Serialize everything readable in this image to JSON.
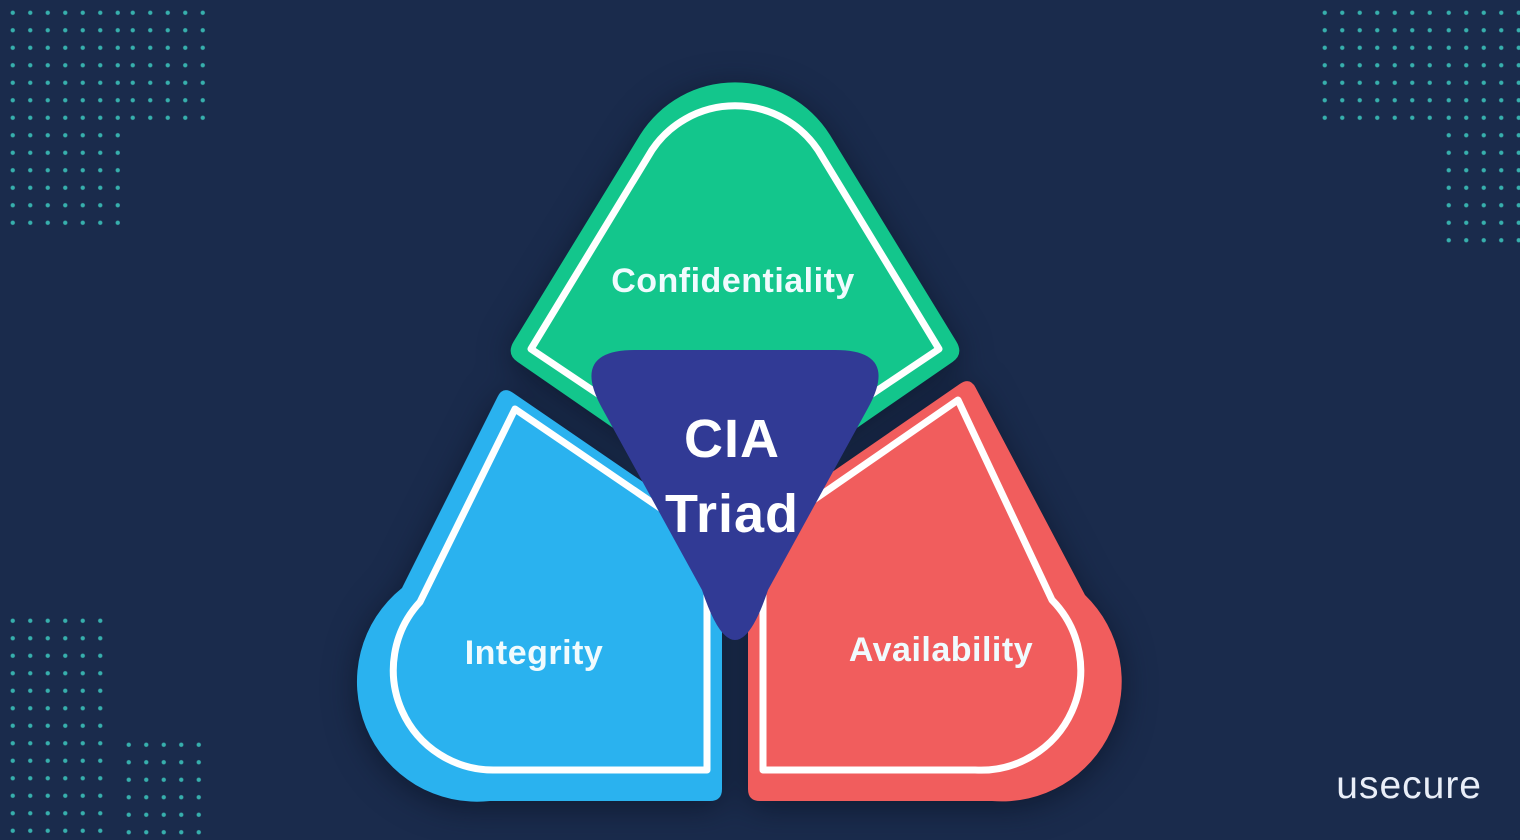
{
  "diagram": {
    "title": "CIA Triad",
    "center": {
      "line1": "CIA",
      "line2": "Triad",
      "color": "#313a95"
    },
    "nodes": [
      {
        "label": "Confidentiality",
        "color": "#13c68c",
        "position": "top"
      },
      {
        "label": "Integrity",
        "color": "#2ab2ef",
        "position": "bottom-left"
      },
      {
        "label": "Availability",
        "color": "#f15d5d",
        "position": "bottom-right"
      }
    ],
    "border_color": "#ffffff"
  },
  "background": {
    "color": "#1a2b4c",
    "dot_color": "#3ecfc4"
  },
  "branding": {
    "logo": "usecure"
  }
}
